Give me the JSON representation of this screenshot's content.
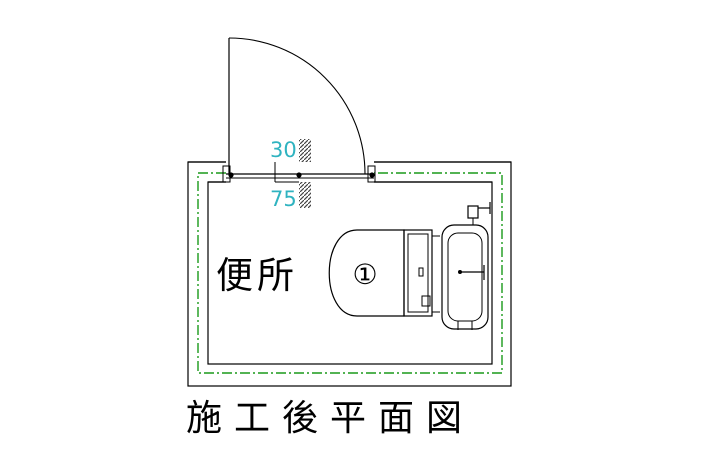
{
  "diagram": {
    "title": "施工後平面図",
    "room_label": "便所",
    "fixture_number": "①",
    "dimension_top": "30",
    "dimension_bottom": "75",
    "colors": {
      "wall": "#000000",
      "boundary_line": "#1a9a1a",
      "dimension_text": "#2fb3c0",
      "hatch": "#555555"
    }
  }
}
